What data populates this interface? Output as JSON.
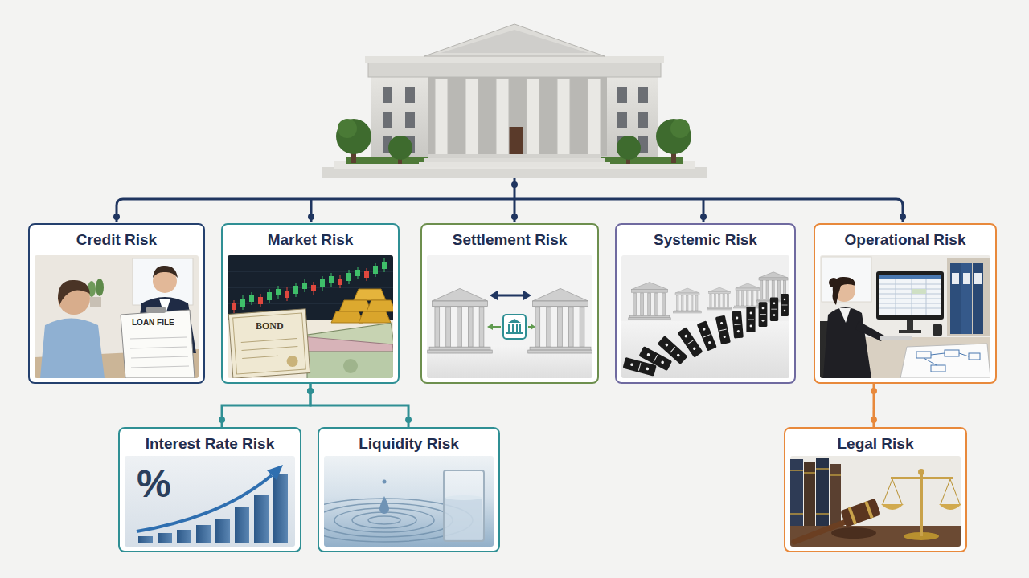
{
  "diagram": {
    "nodes": [
      {
        "text": [
          "Credit Risk"
        ]
      },
      {
        "text": [
          "Market Risk"
        ]
      },
      {
        "text": [
          "Settlement Risk"
        ]
      },
      {
        "text": [
          "Systemic Risk"
        ]
      },
      {
        "text": [
          "Operational Risk"
        ]
      },
      {
        "text": [
          "Interest Rate Risk"
        ]
      },
      {
        "text": [
          "Liquidity Risk"
        ]
      },
      {
        "text": [
          "Legal Risk"
        ]
      }
    ],
    "edges": [
      {
        "from": 1,
        "to": 5,
        "arrow": "none"
      },
      {
        "from": 1,
        "to": 6,
        "arrow": "none"
      },
      {
        "from": 4,
        "to": 7,
        "arrow": "none"
      }
    ],
    "labels": [
      "LOAN FILE",
      "BOND",
      "%"
    ]
  }
}
